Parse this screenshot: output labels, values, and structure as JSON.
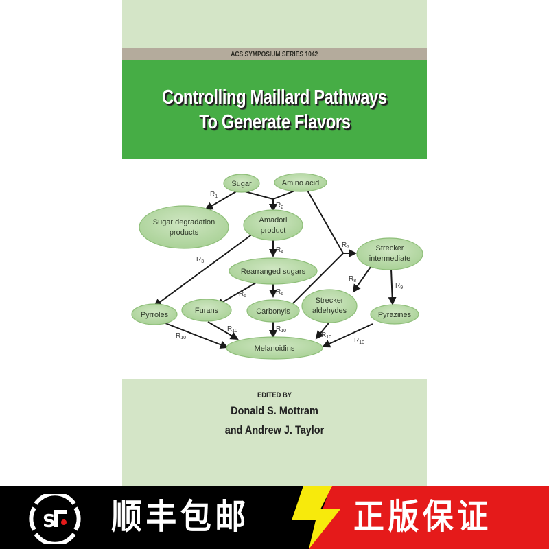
{
  "cover": {
    "series": "ACS SYMPOSIUM SERIES 1042",
    "title_lines": [
      "Controlling Maillard Pathways",
      "To Generate Flavors"
    ],
    "edited_by_label": "EDITED BY",
    "editors": [
      "Donald S. Mottram",
      "and Andrew J. Taylor"
    ],
    "colors": {
      "top_band": "#d4e5c7",
      "series_band": "#b4ab9c",
      "title_band": "#46ad45",
      "node_fill": "#b5d8a3",
      "node_stroke": "#8fbf7a"
    }
  },
  "diagram": {
    "nodes": {
      "sugar": "Sugar",
      "amino_acid": "Amino acid",
      "sugar_degradation_1": "Sugar degradation",
      "sugar_degradation_2": "products",
      "amadori_1": "Amadori",
      "amadori_2": "product",
      "strecker_intermediate_1": "Strecker",
      "strecker_intermediate_2": "intermediate",
      "rearranged_sugars": "Rearranged sugars",
      "pyrroles": "Pyrroles",
      "furans": "Furans",
      "carbonyls": "Carbonyls",
      "strecker_aldehydes_1": "Strecker",
      "strecker_aldehydes_2": "aldehydes",
      "pyrazines": "Pyrazines",
      "melanoidins": "Melanoidins"
    },
    "reactions": {
      "r": "R",
      "r1": "1",
      "r2": "2",
      "r3": "3",
      "r4": "4",
      "r5": "5",
      "r6": "6",
      "r7": "7",
      "r8": "8",
      "r9": "9",
      "r10": "10"
    }
  },
  "banner": {
    "left_text": "顺丰包邮",
    "right_text": "正版保证",
    "logo_text": "SF",
    "colors": {
      "left_bg": "#000000",
      "right_bg": "#e51a1a",
      "bolt": "#f7ea0c",
      "dot": "#e51a1a"
    }
  }
}
